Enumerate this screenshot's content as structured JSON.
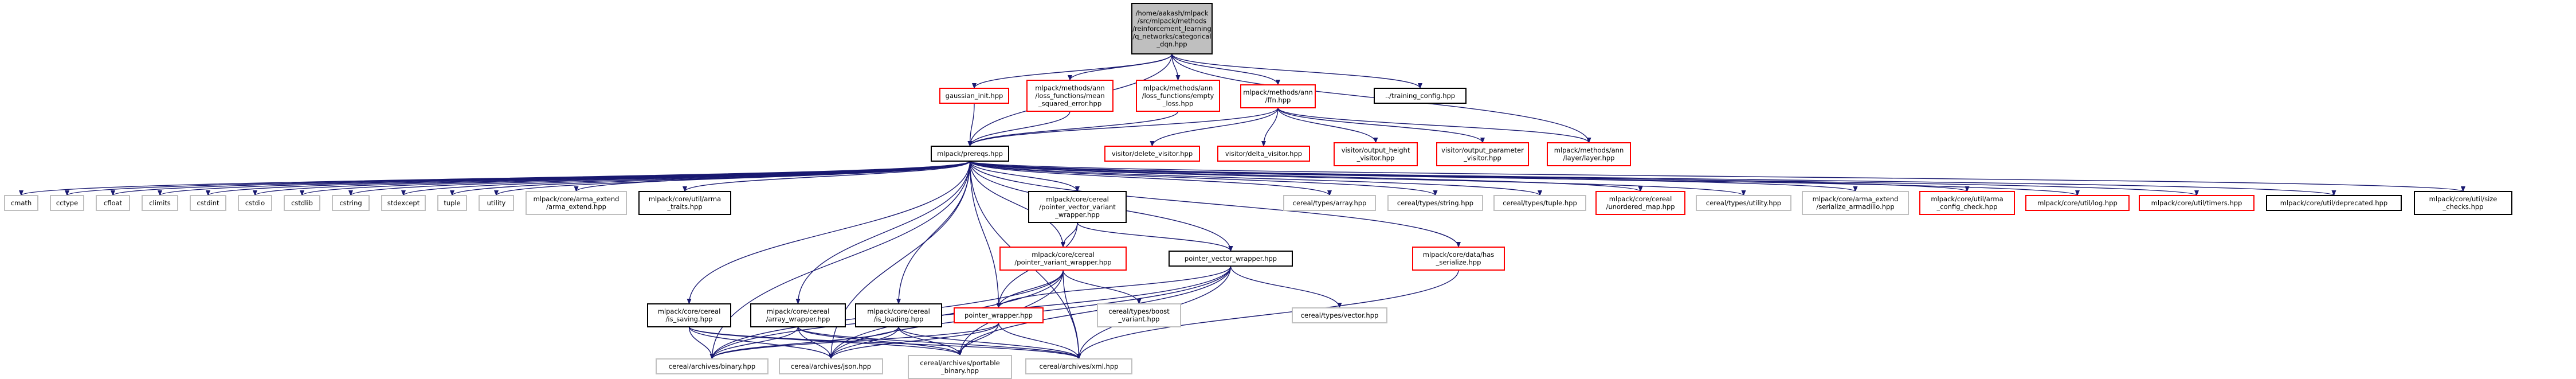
{
  "colors": {
    "root_fill": "#bfbfbf",
    "root_border": "#000000",
    "normal_border": "#000000",
    "truncated_border": "#ff0000",
    "external_border": "#bfbfbf",
    "edge": "#191970",
    "background": "#ffffff"
  },
  "graph": {
    "nodes": [
      {
        "id": "root",
        "lines": [
          "/home/aakash/mlpack",
          "/src/mlpack/methods",
          "/reinforcement_learning",
          "/q_networks/categorical",
          "_dqn.hpp"
        ],
        "kind": "root"
      },
      {
        "id": "gaussian_init",
        "lines": [
          "gaussian_init.hpp"
        ],
        "kind": "truncated"
      },
      {
        "id": "mse",
        "lines": [
          "mlpack/methods/ann",
          "/loss_functions/mean",
          "_squared_error.hpp"
        ],
        "kind": "truncated"
      },
      {
        "id": "empty_loss",
        "lines": [
          "mlpack/methods/ann",
          "/loss_functions/empty",
          "_loss.hpp"
        ],
        "kind": "truncated"
      },
      {
        "id": "ffn",
        "lines": [
          "mlpack/methods/ann",
          "/ffn.hpp"
        ],
        "kind": "truncated"
      },
      {
        "id": "training_config",
        "lines": [
          "../training_config.hpp"
        ],
        "kind": "normal"
      },
      {
        "id": "prereqs",
        "lines": [
          "mlpack/prereqs.hpp"
        ],
        "kind": "normal"
      },
      {
        "id": "delete_visitor",
        "lines": [
          "visitor/delete_visitor.hpp"
        ],
        "kind": "truncated"
      },
      {
        "id": "delta_visitor",
        "lines": [
          "visitor/delta_visitor.hpp"
        ],
        "kind": "truncated"
      },
      {
        "id": "output_height",
        "lines": [
          "visitor/output_height",
          "_visitor.hpp"
        ],
        "kind": "truncated"
      },
      {
        "id": "output_param",
        "lines": [
          "visitor/output_parameter",
          "_visitor.hpp"
        ],
        "kind": "truncated"
      },
      {
        "id": "layer",
        "lines": [
          "mlpack/methods/ann",
          "/layer/layer.hpp"
        ],
        "kind": "truncated"
      },
      {
        "id": "cmath",
        "lines": [
          "cmath"
        ],
        "kind": "external"
      },
      {
        "id": "cctype",
        "lines": [
          "cctype"
        ],
        "kind": "external"
      },
      {
        "id": "cfloat",
        "lines": [
          "cfloat"
        ],
        "kind": "external"
      },
      {
        "id": "climits",
        "lines": [
          "climits"
        ],
        "kind": "external"
      },
      {
        "id": "cstdint",
        "lines": [
          "cstdint"
        ],
        "kind": "external"
      },
      {
        "id": "cstdio",
        "lines": [
          "cstdio"
        ],
        "kind": "external"
      },
      {
        "id": "cstdlib",
        "lines": [
          "cstdlib"
        ],
        "kind": "external"
      },
      {
        "id": "cstring",
        "lines": [
          "cstring"
        ],
        "kind": "external"
      },
      {
        "id": "stdexcept",
        "lines": [
          "stdexcept"
        ],
        "kind": "external"
      },
      {
        "id": "tuple",
        "lines": [
          "tuple"
        ],
        "kind": "external"
      },
      {
        "id": "utility",
        "lines": [
          "utility"
        ],
        "kind": "external"
      },
      {
        "id": "arma_extend",
        "lines": [
          "mlpack/core/arma_extend",
          "/arma_extend.hpp"
        ],
        "kind": "external"
      },
      {
        "id": "arma_traits",
        "lines": [
          "mlpack/core/util/arma",
          "_traits.hpp"
        ],
        "kind": "normal"
      },
      {
        "id": "pvw_wrapper",
        "lines": [
          "mlpack/core/cereal",
          "/pointer_vector_variant",
          "_wrapper.hpp"
        ],
        "kind": "normal"
      },
      {
        "id": "cereal_array",
        "lines": [
          "cereal/types/array.hpp"
        ],
        "kind": "external"
      },
      {
        "id": "cereal_string",
        "lines": [
          "cereal/types/string.hpp"
        ],
        "kind": "external"
      },
      {
        "id": "cereal_tuple",
        "lines": [
          "cereal/types/tuple.hpp"
        ],
        "kind": "external"
      },
      {
        "id": "unordered_map",
        "lines": [
          "mlpack/core/cereal",
          "/unordered_map.hpp"
        ],
        "kind": "truncated"
      },
      {
        "id": "cereal_utility",
        "lines": [
          "cereal/types/utility.hpp"
        ],
        "kind": "external"
      },
      {
        "id": "serialize_armadillo",
        "lines": [
          "mlpack/core/arma_extend",
          "/serialize_armadillo.hpp"
        ],
        "kind": "external"
      },
      {
        "id": "arma_config_check",
        "lines": [
          "mlpack/core/util/arma",
          "_config_check.hpp"
        ],
        "kind": "truncated"
      },
      {
        "id": "log",
        "lines": [
          "mlpack/core/util/log.hpp"
        ],
        "kind": "truncated"
      },
      {
        "id": "timers",
        "lines": [
          "mlpack/core/util/timers.hpp"
        ],
        "kind": "truncated"
      },
      {
        "id": "deprecated",
        "lines": [
          "mlpack/core/util/deprecated.hpp"
        ],
        "kind": "normal"
      },
      {
        "id": "size_checks",
        "lines": [
          "mlpack/core/util/size",
          "_checks.hpp"
        ],
        "kind": "normal"
      },
      {
        "id": "pv_wrapper",
        "lines": [
          "mlpack/core/cereal",
          "/pointer_variant_wrapper.hpp"
        ],
        "kind": "truncated"
      },
      {
        "id": "pvec_wrapper",
        "lines": [
          "pointer_vector_wrapper.hpp"
        ],
        "kind": "normal"
      },
      {
        "id": "has_serialize",
        "lines": [
          "mlpack/core/data/has",
          "_serialize.hpp"
        ],
        "kind": "truncated"
      },
      {
        "id": "is_saving",
        "lines": [
          "mlpack/core/cereal",
          "/is_saving.hpp"
        ],
        "kind": "normal"
      },
      {
        "id": "array_wrapper",
        "lines": [
          "mlpack/core/cereal",
          "/array_wrapper.hpp"
        ],
        "kind": "normal"
      },
      {
        "id": "is_loading",
        "lines": [
          "mlpack/core/cereal",
          "/is_loading.hpp"
        ],
        "kind": "normal"
      },
      {
        "id": "pointer_wrapper",
        "lines": [
          "pointer_wrapper.hpp"
        ],
        "kind": "truncated"
      },
      {
        "id": "boost_variant",
        "lines": [
          "cereal/types/boost",
          "_variant.hpp"
        ],
        "kind": "external"
      },
      {
        "id": "cereal_vector",
        "lines": [
          "cereal/types/vector.hpp"
        ],
        "kind": "external"
      },
      {
        "id": "ar_binary",
        "lines": [
          "cereal/archives/binary.hpp"
        ],
        "kind": "external"
      },
      {
        "id": "ar_json",
        "lines": [
          "cereal/archives/json.hpp"
        ],
        "kind": "external"
      },
      {
        "id": "ar_portable",
        "lines": [
          "cereal/archives/portable",
          "_binary.hpp"
        ],
        "kind": "external"
      },
      {
        "id": "ar_xml",
        "lines": [
          "cereal/archives/xml.hpp"
        ],
        "kind": "external"
      }
    ],
    "edges": [
      [
        "root",
        "gaussian_init"
      ],
      [
        "root",
        "mse"
      ],
      [
        "root",
        "empty_loss"
      ],
      [
        "root",
        "ffn"
      ],
      [
        "root",
        "training_config"
      ],
      [
        "root",
        "prereqs"
      ],
      [
        "root",
        "layer"
      ],
      [
        "gaussian_init",
        "prereqs"
      ],
      [
        "mse",
        "prereqs"
      ],
      [
        "empty_loss",
        "prereqs"
      ],
      [
        "ffn",
        "prereqs"
      ],
      [
        "ffn",
        "delete_visitor"
      ],
      [
        "ffn",
        "delta_visitor"
      ],
      [
        "ffn",
        "output_height"
      ],
      [
        "ffn",
        "output_param"
      ],
      [
        "ffn",
        "layer"
      ],
      [
        "prereqs",
        "cmath"
      ],
      [
        "prereqs",
        "cctype"
      ],
      [
        "prereqs",
        "cfloat"
      ],
      [
        "prereqs",
        "climits"
      ],
      [
        "prereqs",
        "cstdint"
      ],
      [
        "prereqs",
        "cstdio"
      ],
      [
        "prereqs",
        "cstdlib"
      ],
      [
        "prereqs",
        "cstring"
      ],
      [
        "prereqs",
        "stdexcept"
      ],
      [
        "prereqs",
        "tuple"
      ],
      [
        "prereqs",
        "utility"
      ],
      [
        "prereqs",
        "arma_extend"
      ],
      [
        "prereqs",
        "arma_traits"
      ],
      [
        "prereqs",
        "pvw_wrapper"
      ],
      [
        "prereqs",
        "cereal_array"
      ],
      [
        "prereqs",
        "cereal_string"
      ],
      [
        "prereqs",
        "cereal_tuple"
      ],
      [
        "prereqs",
        "unordered_map"
      ],
      [
        "prereqs",
        "cereal_utility"
      ],
      [
        "prereqs",
        "serialize_armadillo"
      ],
      [
        "prereqs",
        "arma_config_check"
      ],
      [
        "prereqs",
        "log"
      ],
      [
        "prereqs",
        "timers"
      ],
      [
        "prereqs",
        "deprecated"
      ],
      [
        "prereqs",
        "size_checks"
      ],
      [
        "prereqs",
        "pv_wrapper"
      ],
      [
        "prereqs",
        "pvec_wrapper"
      ],
      [
        "prereqs",
        "has_serialize"
      ],
      [
        "prereqs",
        "is_saving"
      ],
      [
        "prereqs",
        "array_wrapper"
      ],
      [
        "prereqs",
        "is_loading"
      ],
      [
        "prereqs",
        "pointer_wrapper"
      ],
      [
        "prereqs",
        "ar_binary"
      ],
      [
        "prereqs",
        "ar_json"
      ],
      [
        "prereqs",
        "ar_xml"
      ],
      [
        "pvw_wrapper",
        "pv_wrapper"
      ],
      [
        "pvw_wrapper",
        "pvec_wrapper"
      ],
      [
        "pvw_wrapper",
        "pointer_wrapper"
      ],
      [
        "pv_wrapper",
        "pointer_wrapper"
      ],
      [
        "pv_wrapper",
        "boost_variant"
      ],
      [
        "pv_wrapper",
        "ar_binary"
      ],
      [
        "pv_wrapper",
        "ar_json"
      ],
      [
        "pv_wrapper",
        "ar_portable"
      ],
      [
        "pv_wrapper",
        "ar_xml"
      ],
      [
        "pvec_wrapper",
        "pointer_wrapper"
      ],
      [
        "pvec_wrapper",
        "cereal_vector"
      ],
      [
        "pvec_wrapper",
        "ar_binary"
      ],
      [
        "pvec_wrapper",
        "ar_json"
      ],
      [
        "pvec_wrapper",
        "ar_portable"
      ],
      [
        "pvec_wrapper",
        "ar_xml"
      ],
      [
        "has_serialize",
        "ar_xml"
      ],
      [
        "is_saving",
        "ar_binary"
      ],
      [
        "is_saving",
        "ar_json"
      ],
      [
        "is_saving",
        "ar_portable"
      ],
      [
        "is_saving",
        "ar_xml"
      ],
      [
        "array_wrapper",
        "ar_binary"
      ],
      [
        "array_wrapper",
        "ar_json"
      ],
      [
        "array_wrapper",
        "ar_portable"
      ],
      [
        "array_wrapper",
        "ar_xml"
      ],
      [
        "is_loading",
        "ar_binary"
      ],
      [
        "is_loading",
        "ar_json"
      ],
      [
        "is_loading",
        "ar_portable"
      ],
      [
        "is_loading",
        "ar_xml"
      ],
      [
        "pointer_wrapper",
        "ar_binary"
      ],
      [
        "pointer_wrapper",
        "ar_json"
      ],
      [
        "pointer_wrapper",
        "ar_portable"
      ],
      [
        "pointer_wrapper",
        "ar_xml"
      ]
    ]
  }
}
